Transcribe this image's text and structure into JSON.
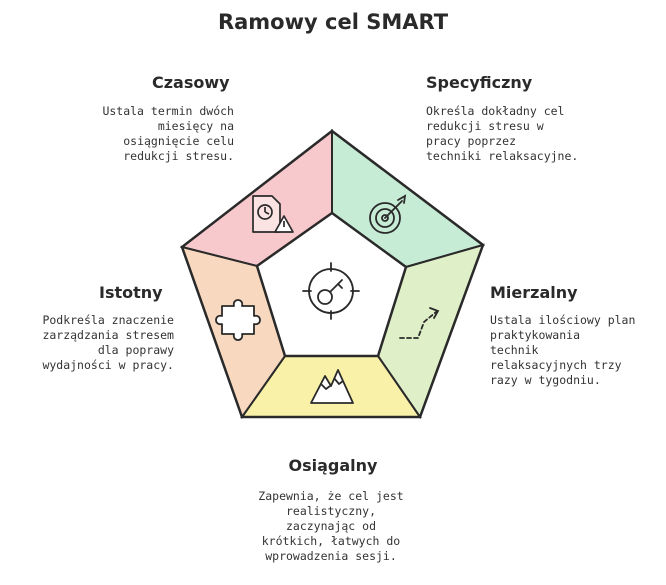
{
  "title": "Ramowy cel SMART",
  "sections": {
    "czasowy": {
      "heading": "Czasowy",
      "lines": [
        "Ustala termin dwóch",
        "miesięcy na",
        "osiągnięcie celu",
        "redukcji stresu."
      ]
    },
    "specyficzny": {
      "heading": "Specyficzny",
      "lines": [
        "Określa dokładny cel",
        "redukcji stresu w",
        "pracy poprzez",
        "techniki relaksacyjne."
      ]
    },
    "istotny": {
      "heading": "Istotny",
      "lines": [
        "Podkreśla znaczenie",
        "zarządzania stresem",
        "dla poprawy",
        "wydajności w pracy."
      ]
    },
    "mierzalny": {
      "heading": "Mierzalny",
      "lines": [
        "Ustala ilościowy plan",
        "praktykowania",
        "technik",
        "relaksacyjnych trzy",
        "razy w tygodniu."
      ]
    },
    "osiagalny": {
      "heading": "Osiągalny",
      "lines": [
        "Zapewnia, że cel jest",
        "realistyczny,",
        "zaczynając od",
        "krótkich, łatwych do",
        "wprowadzenia sesji."
      ]
    }
  },
  "colors": {
    "czasowy": "#f7c9cc",
    "specyficzny": "#c7ecd6",
    "mierzalny": "#dff0c8",
    "osiagalny": "#f9f1a8",
    "istotny": "#f8d9bf",
    "outline": "#2a2a2a"
  },
  "icons": {
    "center": "target-key-icon",
    "czasowy": "clock-document-warning-icon",
    "specyficzny": "target-arrow-icon",
    "mierzalny": "dashed-arrow-icon",
    "osiagalny": "mountain-icon",
    "istotny": "puzzle-piece-icon"
  }
}
